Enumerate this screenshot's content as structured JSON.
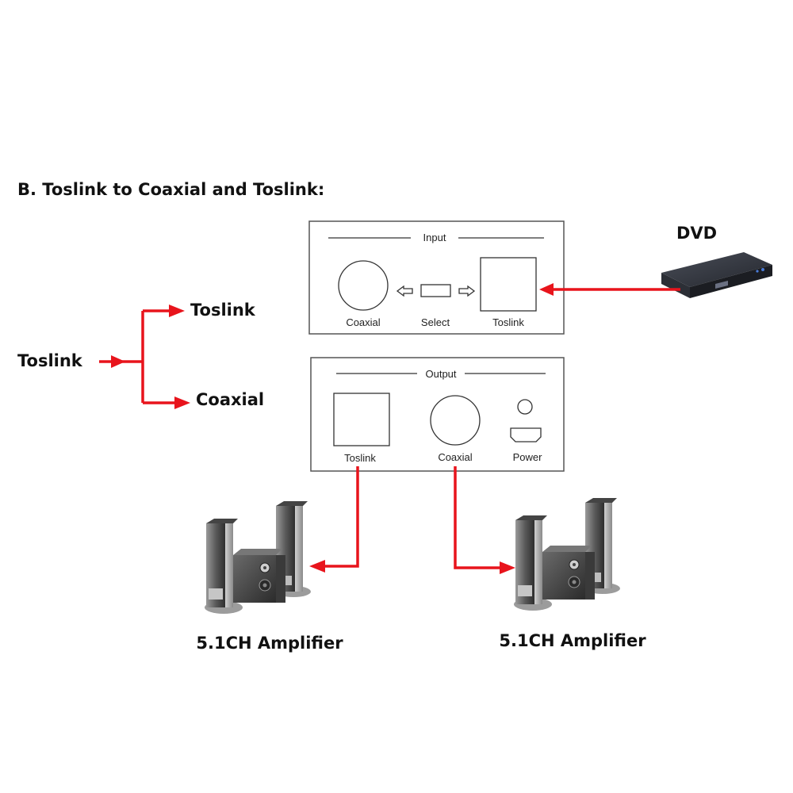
{
  "diagram": {
    "title": "B. Toslink to Coaxial and Toslink:",
    "colors": {
      "wire": "#e8141c",
      "panel_stroke": "#555555",
      "text": "#111111",
      "dvd_body": "#3a3d45"
    },
    "dvd_label": "DVD",
    "split": {
      "source": "Toslink",
      "branch_top": "Toslink",
      "branch_bottom": "Coaxial"
    },
    "input_panel": {
      "header": "Input",
      "coaxial": "Coaxial",
      "select": "Select",
      "toslink": "Toslink"
    },
    "output_panel": {
      "header": "Output",
      "toslink": "Toslink",
      "coaxial": "Coaxial",
      "power": "Power"
    },
    "amplifiers": [
      {
        "label": "5.1CH Amplifier"
      },
      {
        "label": "5.1CH Amplifier"
      }
    ]
  }
}
